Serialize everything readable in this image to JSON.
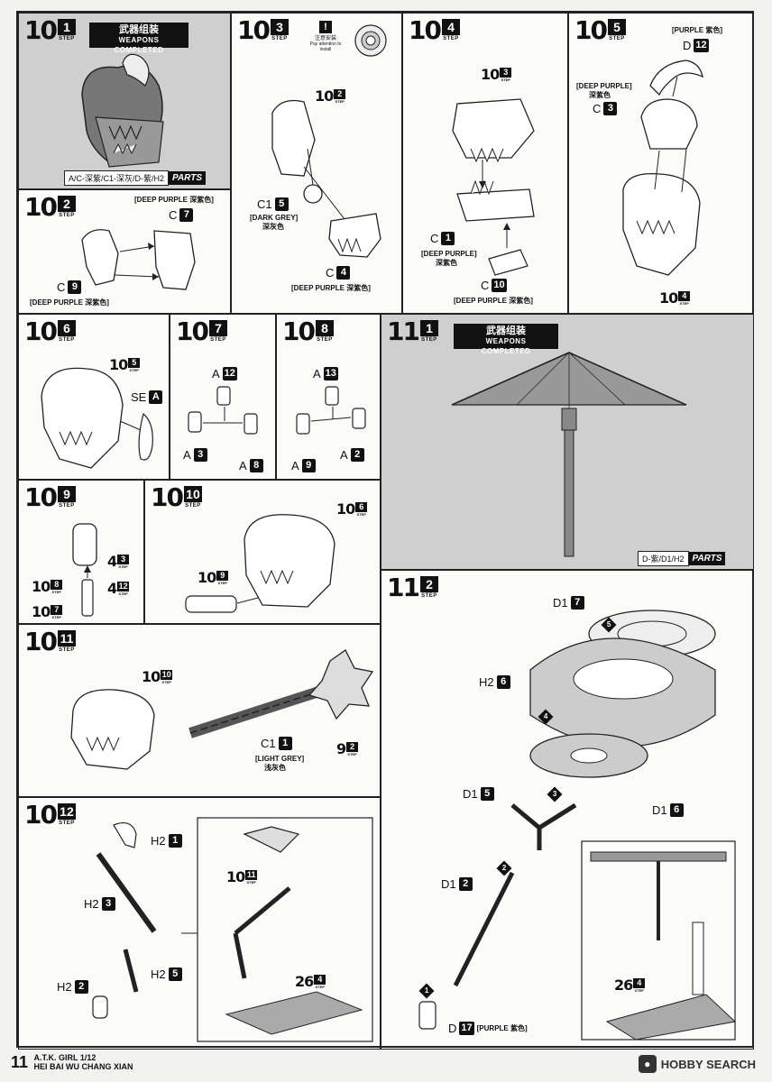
{
  "steps": {
    "s10_1": {
      "num": "10",
      "sub": "1",
      "step_word": "STEP",
      "title_cn": "武器组装",
      "title_en": "WEAPONS COMPLETED",
      "parts_text": "A/C-深紫/C1-深灰/D-紫/H2",
      "parts_tag": "PARTS"
    },
    "s10_2": {
      "num": "10",
      "sub": "2",
      "step_word": "STEP",
      "color_top": "[DEEP PURPLE 深紫色]",
      "color_bottom": "[DEEP PURPLE 深紫色]",
      "c7_label": "C",
      "c7_num": "7",
      "c9_label": "C",
      "c9_num": "9"
    },
    "s10_3": {
      "num": "10",
      "sub": "3",
      "step_word": "STEP",
      "notice_cn": "注意安装",
      "notice_en": "Pay attention to install",
      "ref_num": "10",
      "ref_sub": "2",
      "c1_label": "C1",
      "c1_num": "5",
      "c1_color": "[DARK GREY]",
      "c1_color_cn": "深灰色",
      "c4_label": "C",
      "c4_num": "4",
      "c4_color": "[DEEP PURPLE 深紫色]"
    },
    "s10_4": {
      "num": "10",
      "sub": "4",
      "step_word": "STEP",
      "ref_num": "10",
      "ref_sub": "3",
      "c1_label": "C",
      "c1_num": "1",
      "c1_color": "[DEEP PURPLE]",
      "c1_color_cn": "深紫色",
      "c10_label": "C",
      "c10_num": "10",
      "c10_color": "[DEEP PURPLE 深紫色]"
    },
    "s10_5": {
      "num": "10",
      "sub": "5",
      "step_word": "STEP",
      "d12_color": "[PURPLE 紫色]",
      "d12_label": "D",
      "d12_num": "12",
      "c3_color": "[DEEP PURPLE]",
      "c3_color_cn": "深紫色",
      "c3_label": "C",
      "c3_num": "3",
      "ref_num": "10",
      "ref_sub": "4"
    },
    "s10_6": {
      "num": "10",
      "sub": "6",
      "step_word": "STEP",
      "ref_num": "10",
      "ref_sub": "5",
      "se_label": "SE",
      "se_num": "A"
    },
    "s10_7": {
      "num": "10",
      "sub": "7",
      "step_word": "STEP",
      "a12_label": "A",
      "a12_num": "12",
      "a3_label": "A",
      "a3_num": "3",
      "a8_label": "A",
      "a8_num": "8"
    },
    "s10_8": {
      "num": "10",
      "sub": "8",
      "step_word": "STEP",
      "a13_label": "A",
      "a13_num": "13",
      "a9_label": "A",
      "a9_num": "9",
      "a2_label": "A",
      "a2_num": "2"
    },
    "s10_9": {
      "num": "10",
      "sub": "9",
      "step_word": "STEP",
      "ref_a_num": "4",
      "ref_a_sub": "3",
      "ref_b_num": "4",
      "ref_b_sub": "12",
      "ref_c_num": "10",
      "ref_c_sub": "8",
      "ref_d_num": "10",
      "ref_d_sub": "7"
    },
    "s10_10": {
      "num": "10",
      "sub": "10",
      "step_word": "STEP",
      "ref_a_num": "10",
      "ref_a_sub": "6",
      "ref_b_num": "10",
      "ref_b_sub": "9"
    },
    "s10_11": {
      "num": "10",
      "sub": "11",
      "step_word": "STEP",
      "ref_a_num": "10",
      "ref_a_sub": "10",
      "c1_label": "C1",
      "c1_num": "1",
      "c1_color": "[LIGHT GREY]",
      "c1_color_cn": "浅灰色",
      "ref_b_num": "9",
      "ref_b_sub": "2"
    },
    "s10_12": {
      "num": "10",
      "sub": "12",
      "step_word": "STEP",
      "h2_1_label": "H2",
      "h2_1_num": "1",
      "h2_3_label": "H2",
      "h2_3_num": "3",
      "h2_5_label": "H2",
      "h2_5_num": "5",
      "h2_2_label": "H2",
      "h2_2_num": "2",
      "ref_a_num": "10",
      "ref_a_sub": "11",
      "ref_b_num": "26",
      "ref_b_sub": "4"
    },
    "s11_1": {
      "num": "11",
      "sub": "1",
      "step_word": "STEP",
      "title_cn": "武器组装",
      "title_en": "WEAPONS COMPLETED",
      "parts_text": "D-紫/D1/H2",
      "parts_tag": "PARTS"
    },
    "s11_2": {
      "num": "11",
      "sub": "2",
      "step_word": "STEP",
      "d1_7_label": "D1",
      "d1_7_num": "7",
      "h2_6_label": "H2",
      "h2_6_num": "6",
      "d1_6_label": "D1",
      "d1_6_num": "6",
      "d1_5_label": "D1",
      "d1_5_num": "5",
      "d1_2_label": "D1",
      "d1_2_num": "2",
      "d17_label": "D",
      "d17_num": "17",
      "d17_color": "[PURPLE 紫色]",
      "order": [
        "1",
        "2",
        "3",
        "4",
        "5"
      ],
      "ref_num": "26",
      "ref_sub": "4"
    }
  },
  "footer": {
    "page_num": "11",
    "line1": "A.T.K. GIRL 1/12",
    "line2": "HEI BAI WU CHANG XIAN"
  },
  "watermark": {
    "text": "HOBBY SEARCH",
    "icon": "robot-icon"
  },
  "colors": {
    "ink": "#111111",
    "panel_shade": "#cfcfcf",
    "paper": "#fbfbfa"
  }
}
